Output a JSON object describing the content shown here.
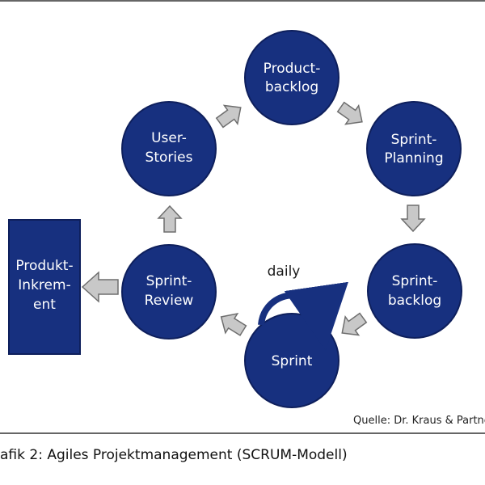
{
  "colors": {
    "node_fill": "#17307f",
    "node_stroke": "#0e1f5c",
    "arrow_fill": "#c8c8c8",
    "arrow_stroke": "#6e6e6e",
    "frame": "#333333"
  },
  "nodes": {
    "productbacklog": [
      "Product-",
      "backlog"
    ],
    "sprint_planning": [
      "Sprint-",
      "Planning"
    ],
    "sprintbacklog": [
      "Sprint-",
      "backlog"
    ],
    "sprint": [
      "Sprint"
    ],
    "sprint_review": [
      "Sprint-",
      "Review"
    ],
    "user_stories": [
      "User-",
      "Stories"
    ],
    "produkt_inkrement": [
      "Produkt-",
      "Inkrem-",
      "ent"
    ]
  },
  "daily_label": "daily",
  "source_note": "Quelle: Dr. Kraus & Partner",
  "caption": "afik 2: Agiles Projektmanagement (SCRUM-Modell)"
}
